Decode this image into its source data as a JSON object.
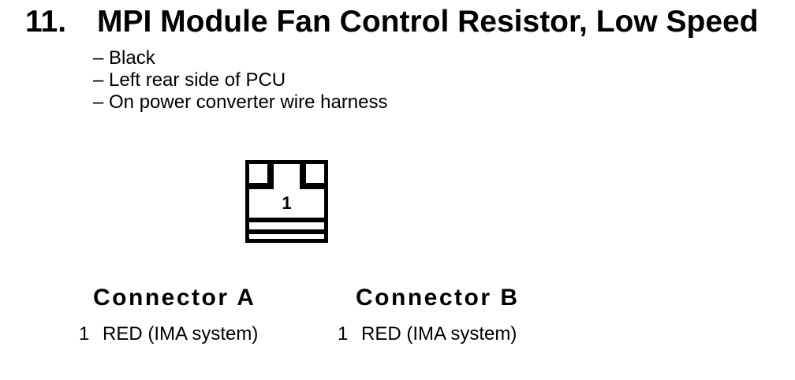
{
  "page": {
    "background_color": "#ffffff",
    "text_color": "#000000"
  },
  "section": {
    "number": "11.",
    "title": "MPI Module Fan Control Resistor, Low Speed",
    "details": [
      "– Black",
      "– Left rear side of PCU",
      "– On power converter wire harness"
    ]
  },
  "diagram": {
    "description": "1-pin connector face view, black outline",
    "cavity_label": "1"
  },
  "connectors": [
    {
      "title": "Connector A",
      "pins": [
        {
          "number": "1",
          "label": "RED (IMA system)"
        }
      ]
    },
    {
      "title": "Connector B",
      "pins": [
        {
          "number": "1",
          "label": "RED (IMA system)"
        }
      ]
    }
  ]
}
